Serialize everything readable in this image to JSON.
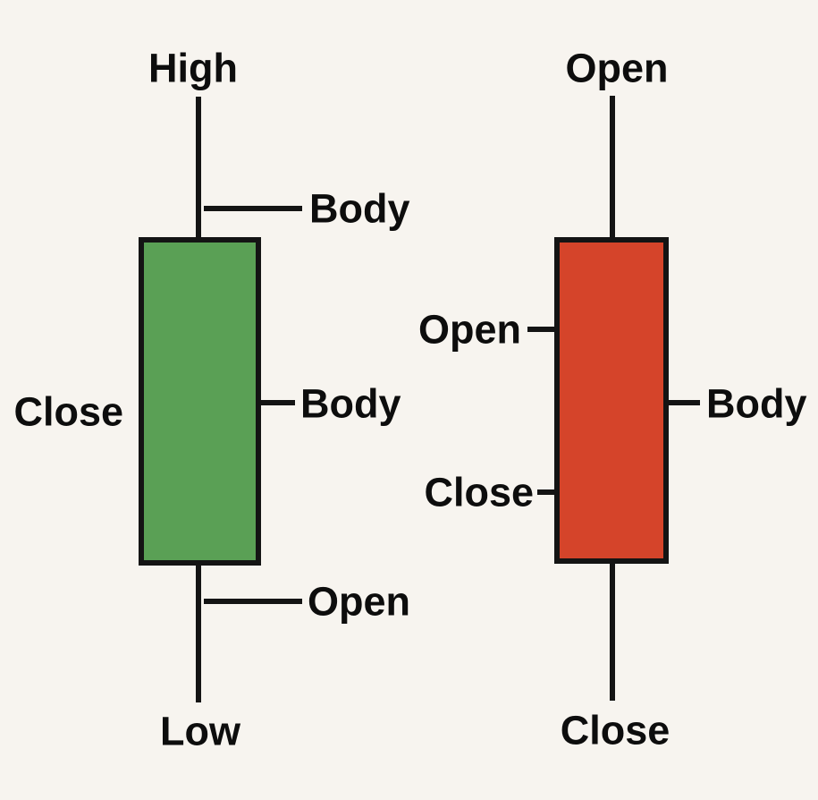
{
  "diagram": {
    "title": "candlestick-anatomy",
    "bullish": {
      "high_label": "High",
      "upper_body_label": "Body",
      "close_label": "Close",
      "body_label": "Body",
      "open_label": "Open",
      "low_label": "Low"
    },
    "bearish": {
      "open_top_label": "Open",
      "open_side_label": "Open",
      "body_label": "Body",
      "close_side_label": "Close",
      "close_bottom_label": "Close"
    }
  },
  "colors": {
    "background": "#f7f4ef",
    "bullish_body": "#5aa055",
    "bearish_body": "#d5442a",
    "line": "#141414",
    "text": "#0d0d0d"
  }
}
